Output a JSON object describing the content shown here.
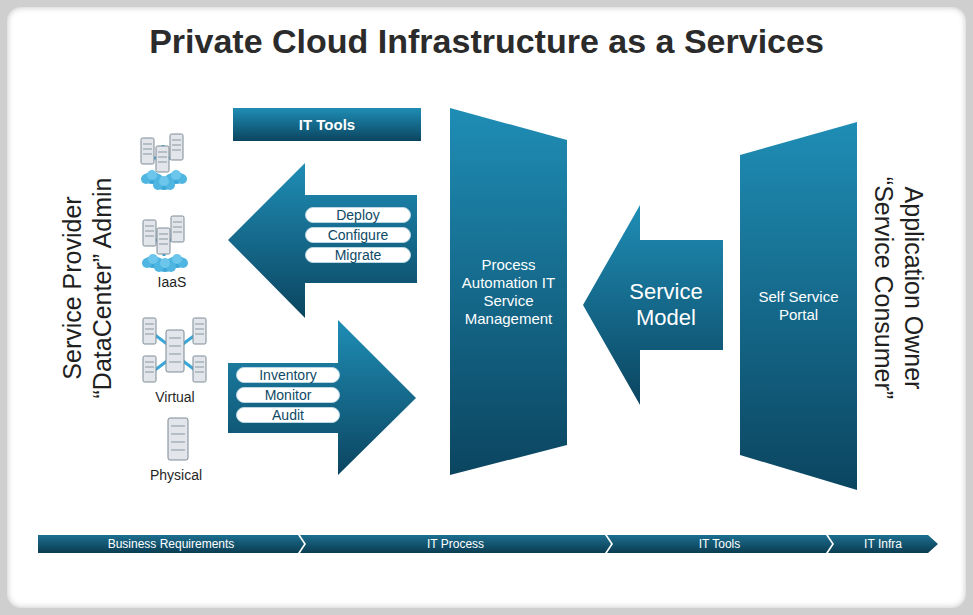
{
  "diagram": {
    "title": "Private Cloud Infrastructure as a Services",
    "nodes": [
      {
        "text": [
          "IT Tools"
        ]
      },
      {
        "text": [
          "Deploy"
        ]
      },
      {
        "text": [
          "Configure"
        ]
      },
      {
        "text": [
          "Migrate"
        ]
      },
      {
        "text": [
          "Inventory"
        ]
      },
      {
        "text": [
          "Monitor"
        ]
      },
      {
        "text": [
          "Audit"
        ]
      },
      {
        "text": [
          "Process Automation IT Service Management"
        ]
      },
      {
        "text": [
          "Service Model"
        ]
      },
      {
        "text": [
          "Self Service Portal"
        ]
      },
      {
        "text": [
          "Business Requirements"
        ]
      },
      {
        "text": [
          "IT Process"
        ]
      },
      {
        "text": [
          "IT Tools"
        ]
      },
      {
        "text": [
          "IT Infra"
        ]
      }
    ],
    "labels": [
      "Service Provider",
      "“DataCenter” Admin",
      "IaaS",
      "Virtual",
      "Physical",
      "Application Owner",
      "“Service Consumer”"
    ]
  }
}
